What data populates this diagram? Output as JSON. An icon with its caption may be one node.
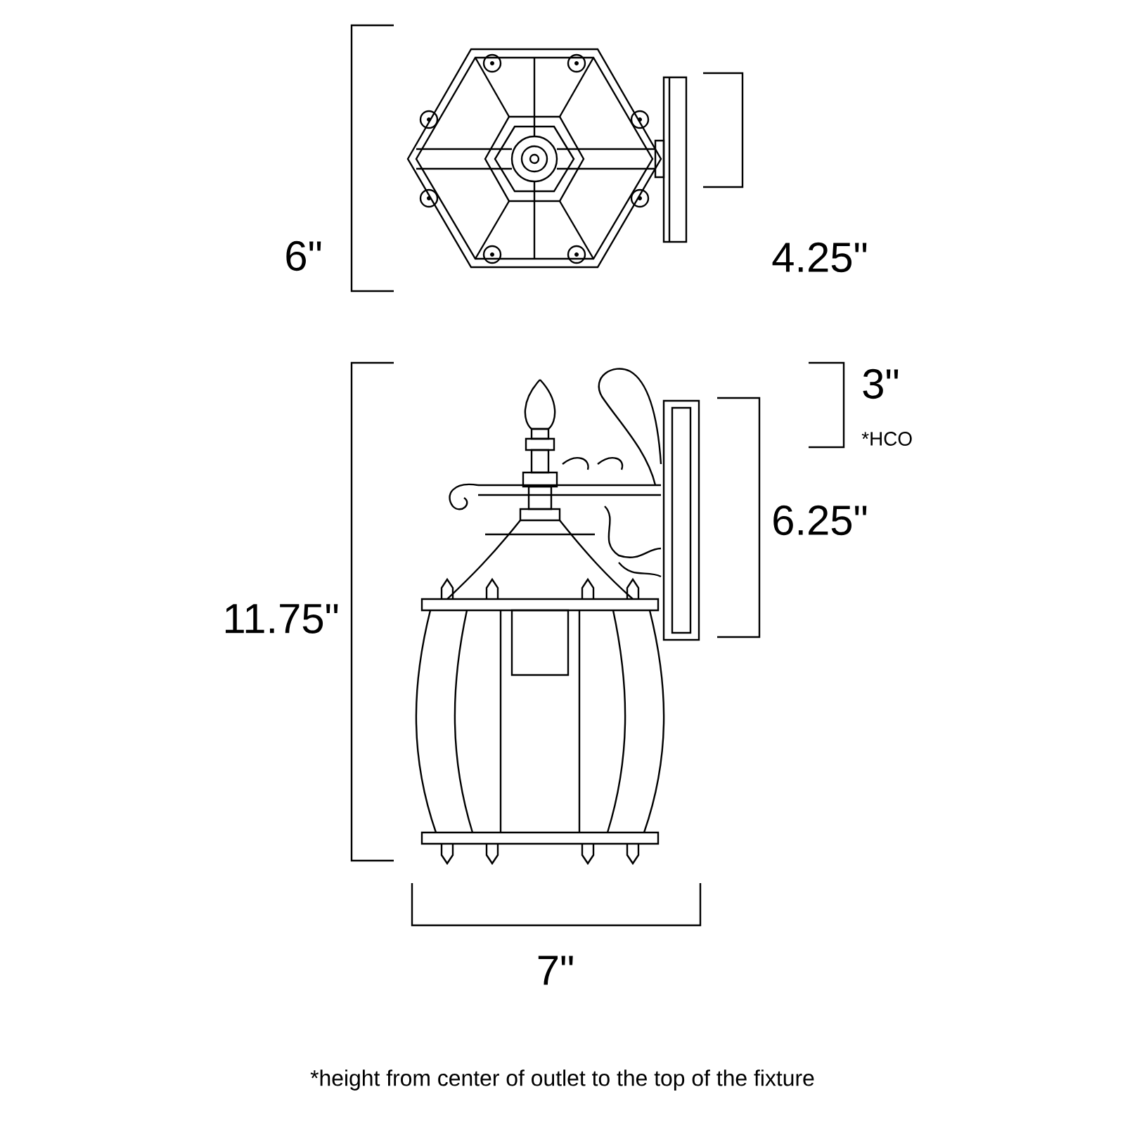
{
  "diagram": {
    "caption": "*height from center of outlet to the top of the fixture",
    "labels": [
      "6\"",
      "4.25\"",
      "3\"",
      "*HCO",
      "6.25\"",
      "11.75\"",
      "7\""
    ]
  }
}
